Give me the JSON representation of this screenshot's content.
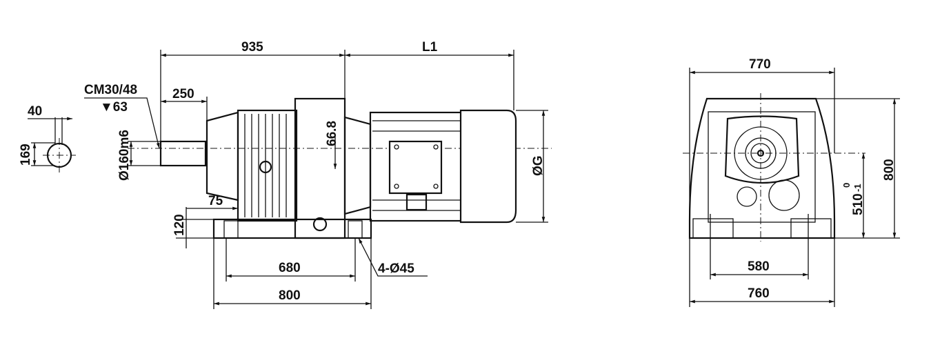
{
  "drawing": {
    "shaft_section": {
      "key_width": "40",
      "key_height": "169"
    },
    "side_view": {
      "thread_note": "CM30/48",
      "thread_depth": "▼63",
      "shaft_length": "250",
      "shaft_diameter": "Ø160m6",
      "overall_to_flange": "935",
      "motor_length": "L1",
      "shaft_offset": "66.8",
      "motor_diameter": "ØG",
      "foot_offset": "75",
      "foot_height": "120",
      "foot_hole_spacing": "680",
      "base_length": "800",
      "mounting_holes": "4-Ø45"
    },
    "end_view": {
      "overall_width": "770",
      "overall_height": "800",
      "center_height": "510",
      "center_height_tol_upper": "0",
      "center_height_tol_lower": "-1",
      "foot_hole_spacing": "580",
      "base_width": "760"
    }
  }
}
